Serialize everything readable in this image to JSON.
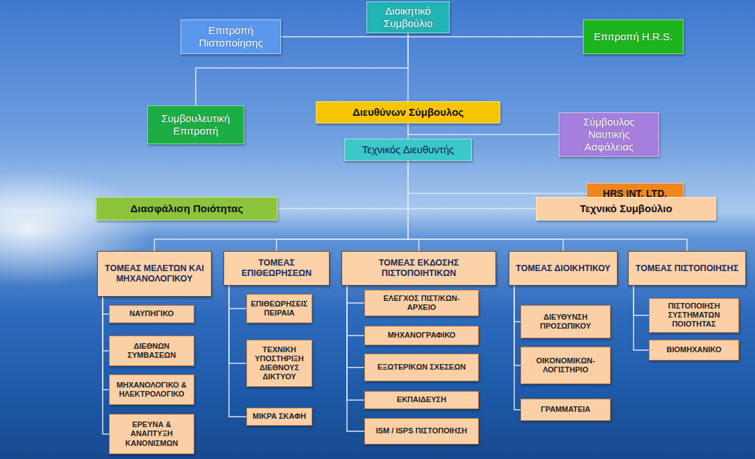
{
  "diagram": {
    "nodes": [
      {
        "text": [
          "Διοικητικό Συμβούλιο"
        ]
      },
      {
        "text": [
          "Επιτροπή Πιστοποίησης"
        ]
      },
      {
        "text": [
          "Επιτροπή H.R.S."
        ]
      },
      {
        "text": [
          "Συμβουλευτική Επιτροπή"
        ]
      },
      {
        "text": [
          "Διευθύνων Σύμβουλος"
        ]
      },
      {
        "text": [
          "Σύμβουλος Ναυτικής Ασφάλειας"
        ]
      },
      {
        "text": [
          "Τεχνικός Διευθυντής"
        ]
      },
      {
        "text": [
          "HRS INT. LTD."
        ]
      },
      {
        "text": [
          "Διασφάλιση Ποιότητας"
        ]
      },
      {
        "text": [
          "Τεχνικό Συμβούλιο"
        ]
      },
      {
        "text": [
          "ΤΟΜΕΑΣ ΜΕΛΕΤΩΝ ΚΑΙ ΜΗΧΑΝΟΛΟΓΙΚΟΥ"
        ]
      },
      {
        "text": [
          "ΝΑΥΠΗΓΙΚΟ"
        ]
      },
      {
        "text": [
          "ΔΙΕΘΝΩΝ ΣΥΜΒΑΣΕΩΝ"
        ]
      },
      {
        "text": [
          "ΜΗΧΑΝΟΛΟΓΙΚΟ & ΗΛΕΚΤΡΟΛΟΓΙΚΟ"
        ]
      },
      {
        "text": [
          "ΕΡΕΥΝΑ & ΑΝΑΠΤΥΞΗ ΚΑΝΟΝΙΣΜΩΝ"
        ]
      },
      {
        "text": [
          "ΤΟΜΕΑΣ ΕΠΙΘΕΩΡΗΣΕΩΝ"
        ]
      },
      {
        "text": [
          "ΕΠΙΘΕΩΡΗΣΕΙΣ ΠΕΙΡΑΙΑ"
        ]
      },
      {
        "text": [
          "ΤΕΧΝΙΚΗ ΥΠΟΣΤΗΡΙΞΗ ΔΙΕΘΝΟΥΣ ΔΙΚΤΥΟΥ"
        ]
      },
      {
        "text": [
          "ΜΙΚΡΑ ΣΚΑΦΗ"
        ]
      },
      {
        "text": [
          "ΤΟΜΕΑΣ ΕΚΔΟΣΗΣ ΠΙΣΤΟΠΟΙΗΤΙΚΩΝ"
        ]
      },
      {
        "text": [
          "ΕΛΕΓΧΟΣ ΠΙΣΤ/ΚΩΝ-ΑΡΧΕΙΟ"
        ]
      },
      {
        "text": [
          "ΜΗΧΑΝΟΓΡΑΦΙΚΟ"
        ]
      },
      {
        "text": [
          "ΕΞΩΤΕΡΙΚΩΝ ΣΧΕΣΕΩΝ"
        ]
      },
      {
        "text": [
          "ΕΚΠΑΙΔΕΥΣΗ"
        ]
      },
      {
        "text": [
          "ISM / ISPS ΠΙΣΤΟΠΟΙΗΣΗ"
        ]
      },
      {
        "text": [
          "ΤΟΜΕΑΣ ΔΙΟΙΚΗΤΙΚΟΥ"
        ]
      },
      {
        "text": [
          "ΔΙΕΥΘΥΝΣΗ ΠΡΟΣΩΠΙΚΟΥ"
        ]
      },
      {
        "text": [
          "ΟΙΚΟΝΟΜΙΚΩΝ-ΛΟΓΙΣΤΗΡΙΟ"
        ]
      },
      {
        "text": [
          "ΓΡΑΜΜΑΤΕΙΑ"
        ]
      },
      {
        "text": [
          "ΤΟΜΕΑΣ ΠΙΣΤΟΠΟΙΗΣΗΣ"
        ]
      },
      {
        "text": [
          "ΠΙΣΤΟΠΟΙΗΣΗ ΣΥΣΤΗΜΑΤΩΝ ΠΟΙΟΤΗΤΑΣ"
        ]
      },
      {
        "text": [
          "ΒΙΟΜΗΧΑΝΙΚΟ"
        ]
      }
    ],
    "edges": [
      {
        "from": 0,
        "to": 1,
        "arrow": "none"
      },
      {
        "from": 0,
        "to": 2,
        "arrow": "none"
      },
      {
        "from": 0,
        "to": 3,
        "arrow": "none"
      },
      {
        "from": 0,
        "to": 4,
        "arrow": "none"
      },
      {
        "from": 4,
        "to": 5,
        "arrow": "none"
      },
      {
        "from": 4,
        "to": 6,
        "arrow": "none"
      },
      {
        "from": 6,
        "to": 7,
        "arrow": "none"
      },
      {
        "from": 6,
        "to": 8,
        "arrow": "none"
      },
      {
        "from": 6,
        "to": 9,
        "arrow": "none"
      },
      {
        "from": 6,
        "to": 10,
        "arrow": "none"
      },
      {
        "from": 6,
        "to": 15,
        "arrow": "none"
      },
      {
        "from": 6,
        "to": 19,
        "arrow": "none"
      },
      {
        "from": 6,
        "to": 25,
        "arrow": "none"
      },
      {
        "from": 6,
        "to": 29,
        "arrow": "none"
      },
      {
        "from": 10,
        "to": 11,
        "arrow": "none"
      },
      {
        "from": 10,
        "to": 12,
        "arrow": "none"
      },
      {
        "from": 10,
        "to": 13,
        "arrow": "none"
      },
      {
        "from": 10,
        "to": 14,
        "arrow": "none"
      },
      {
        "from": 15,
        "to": 16,
        "arrow": "none"
      },
      {
        "from": 15,
        "to": 17,
        "arrow": "none"
      },
      {
        "from": 15,
        "to": 18,
        "arrow": "none"
      },
      {
        "from": 19,
        "to": 20,
        "arrow": "none"
      },
      {
        "from": 19,
        "to": 21,
        "arrow": "none"
      },
      {
        "from": 19,
        "to": 22,
        "arrow": "none"
      },
      {
        "from": 19,
        "to": 23,
        "arrow": "none"
      },
      {
        "from": 19,
        "to": 24,
        "arrow": "none"
      },
      {
        "from": 25,
        "to": 26,
        "arrow": "none"
      },
      {
        "from": 25,
        "to": 27,
        "arrow": "none"
      },
      {
        "from": 25,
        "to": 28,
        "arrow": "none"
      },
      {
        "from": 29,
        "to": 30,
        "arrow": "none"
      },
      {
        "from": 29,
        "to": 31,
        "arrow": "none"
      }
    ]
  }
}
